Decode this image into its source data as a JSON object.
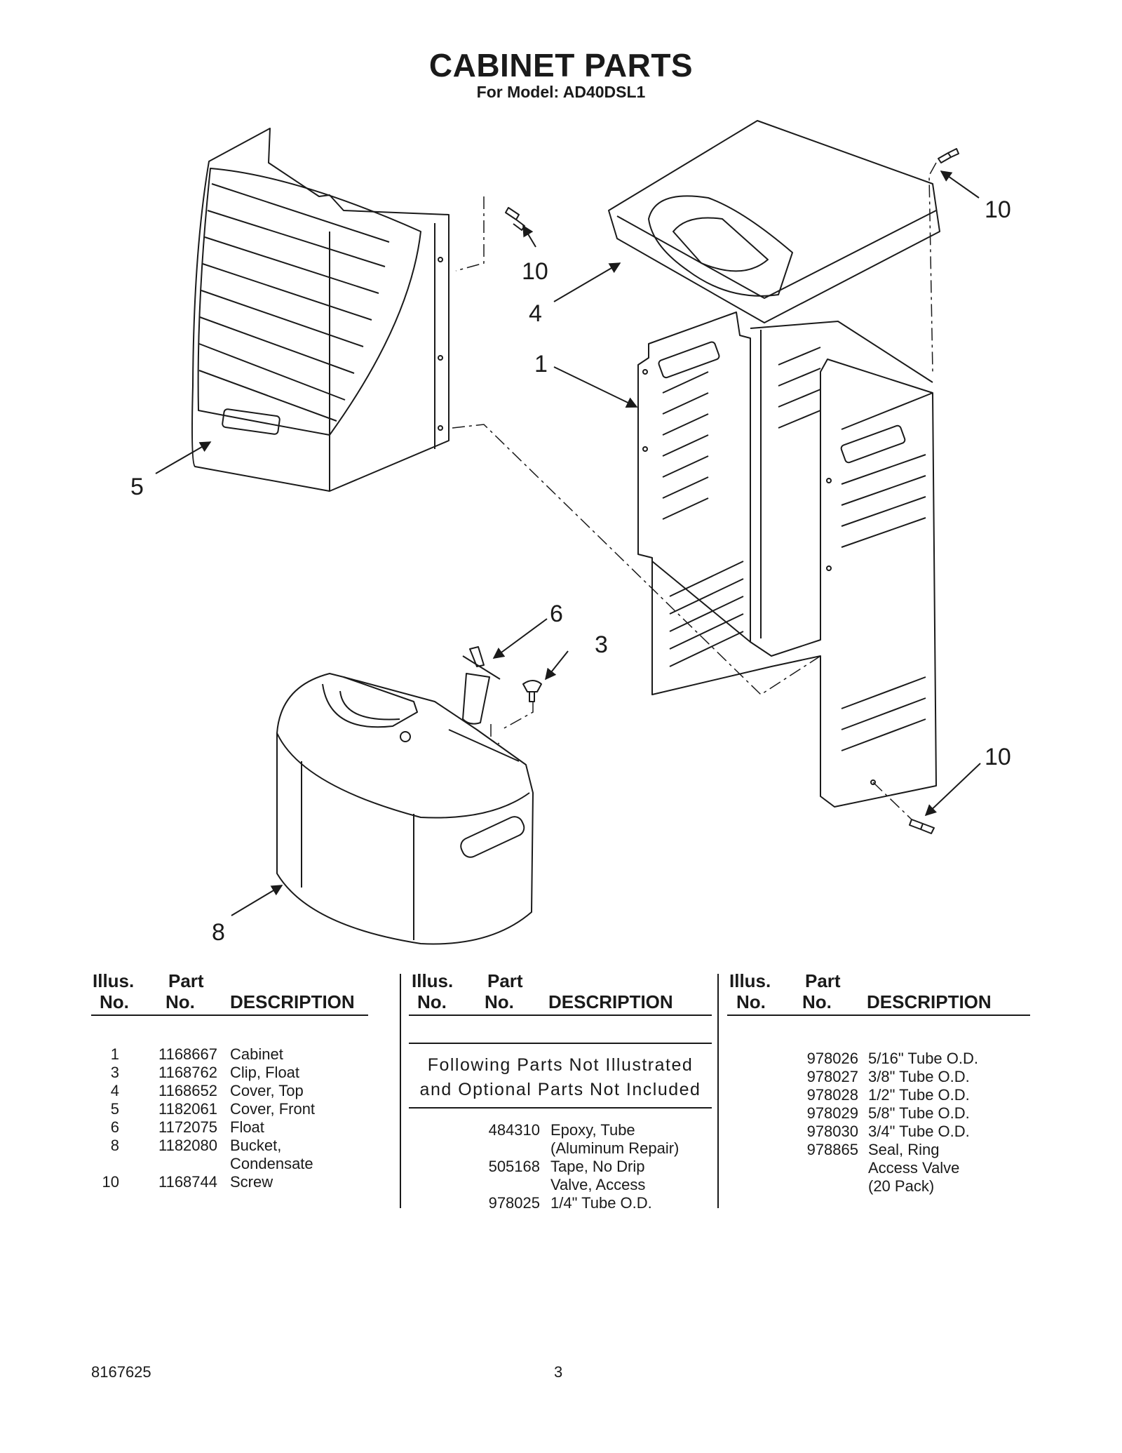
{
  "header": {
    "title": "CABINET PARTS",
    "model": "For Model: AD40DSL1"
  },
  "diagram": {
    "callouts": [
      "10",
      "10",
      "4",
      "1",
      "5",
      "6",
      "3",
      "10",
      "8"
    ]
  },
  "table": {
    "headers": {
      "illus_line1": "Illus.",
      "illus_line2": "No.",
      "part_line1": "Part",
      "part_line2": "No.",
      "description": "DESCRIPTION"
    },
    "column1": [
      {
        "illus": "1",
        "part": "1168667",
        "desc": "Cabinet"
      },
      {
        "illus": "3",
        "part": "1168762",
        "desc": "Clip, Float"
      },
      {
        "illus": "4",
        "part": "1168652",
        "desc": "Cover, Top"
      },
      {
        "illus": "5",
        "part": "1182061",
        "desc": "Cover, Front"
      },
      {
        "illus": "6",
        "part": "1172075",
        "desc": "Float"
      },
      {
        "illus": "8",
        "part": "1182080",
        "desc": "Bucket,"
      },
      {
        "illus": "",
        "part": "",
        "desc": "Condensate"
      },
      {
        "illus": "10",
        "part": "1168744",
        "desc": "Screw"
      }
    ],
    "note_line1": "Following Parts Not Illustrated",
    "note_line2": "and Optional Parts Not Included",
    "column2": [
      {
        "part": "484310",
        "desc": "Epoxy, Tube"
      },
      {
        "part": "",
        "desc": "(Aluminum Repair)"
      },
      {
        "part": "505168",
        "desc": "Tape, No Drip"
      },
      {
        "part": "",
        "desc": "Valve, Access"
      },
      {
        "part": "978025",
        "desc": "1/4\" Tube O.D."
      }
    ],
    "column3": [
      {
        "part": "978026",
        "desc": "5/16\" Tube O.D."
      },
      {
        "part": "978027",
        "desc": "3/8\" Tube O.D."
      },
      {
        "part": "978028",
        "desc": "1/2\" Tube O.D."
      },
      {
        "part": "978029",
        "desc": "5/8\" Tube O.D."
      },
      {
        "part": "978030",
        "desc": "3/4\" Tube O.D."
      },
      {
        "part": "978865",
        "desc": "Seal, Ring"
      },
      {
        "part": "",
        "desc": "Access Valve"
      },
      {
        "part": "",
        "desc": "(20 Pack)"
      }
    ]
  },
  "footer": {
    "doc_number": "8167625",
    "page_number": "3"
  }
}
